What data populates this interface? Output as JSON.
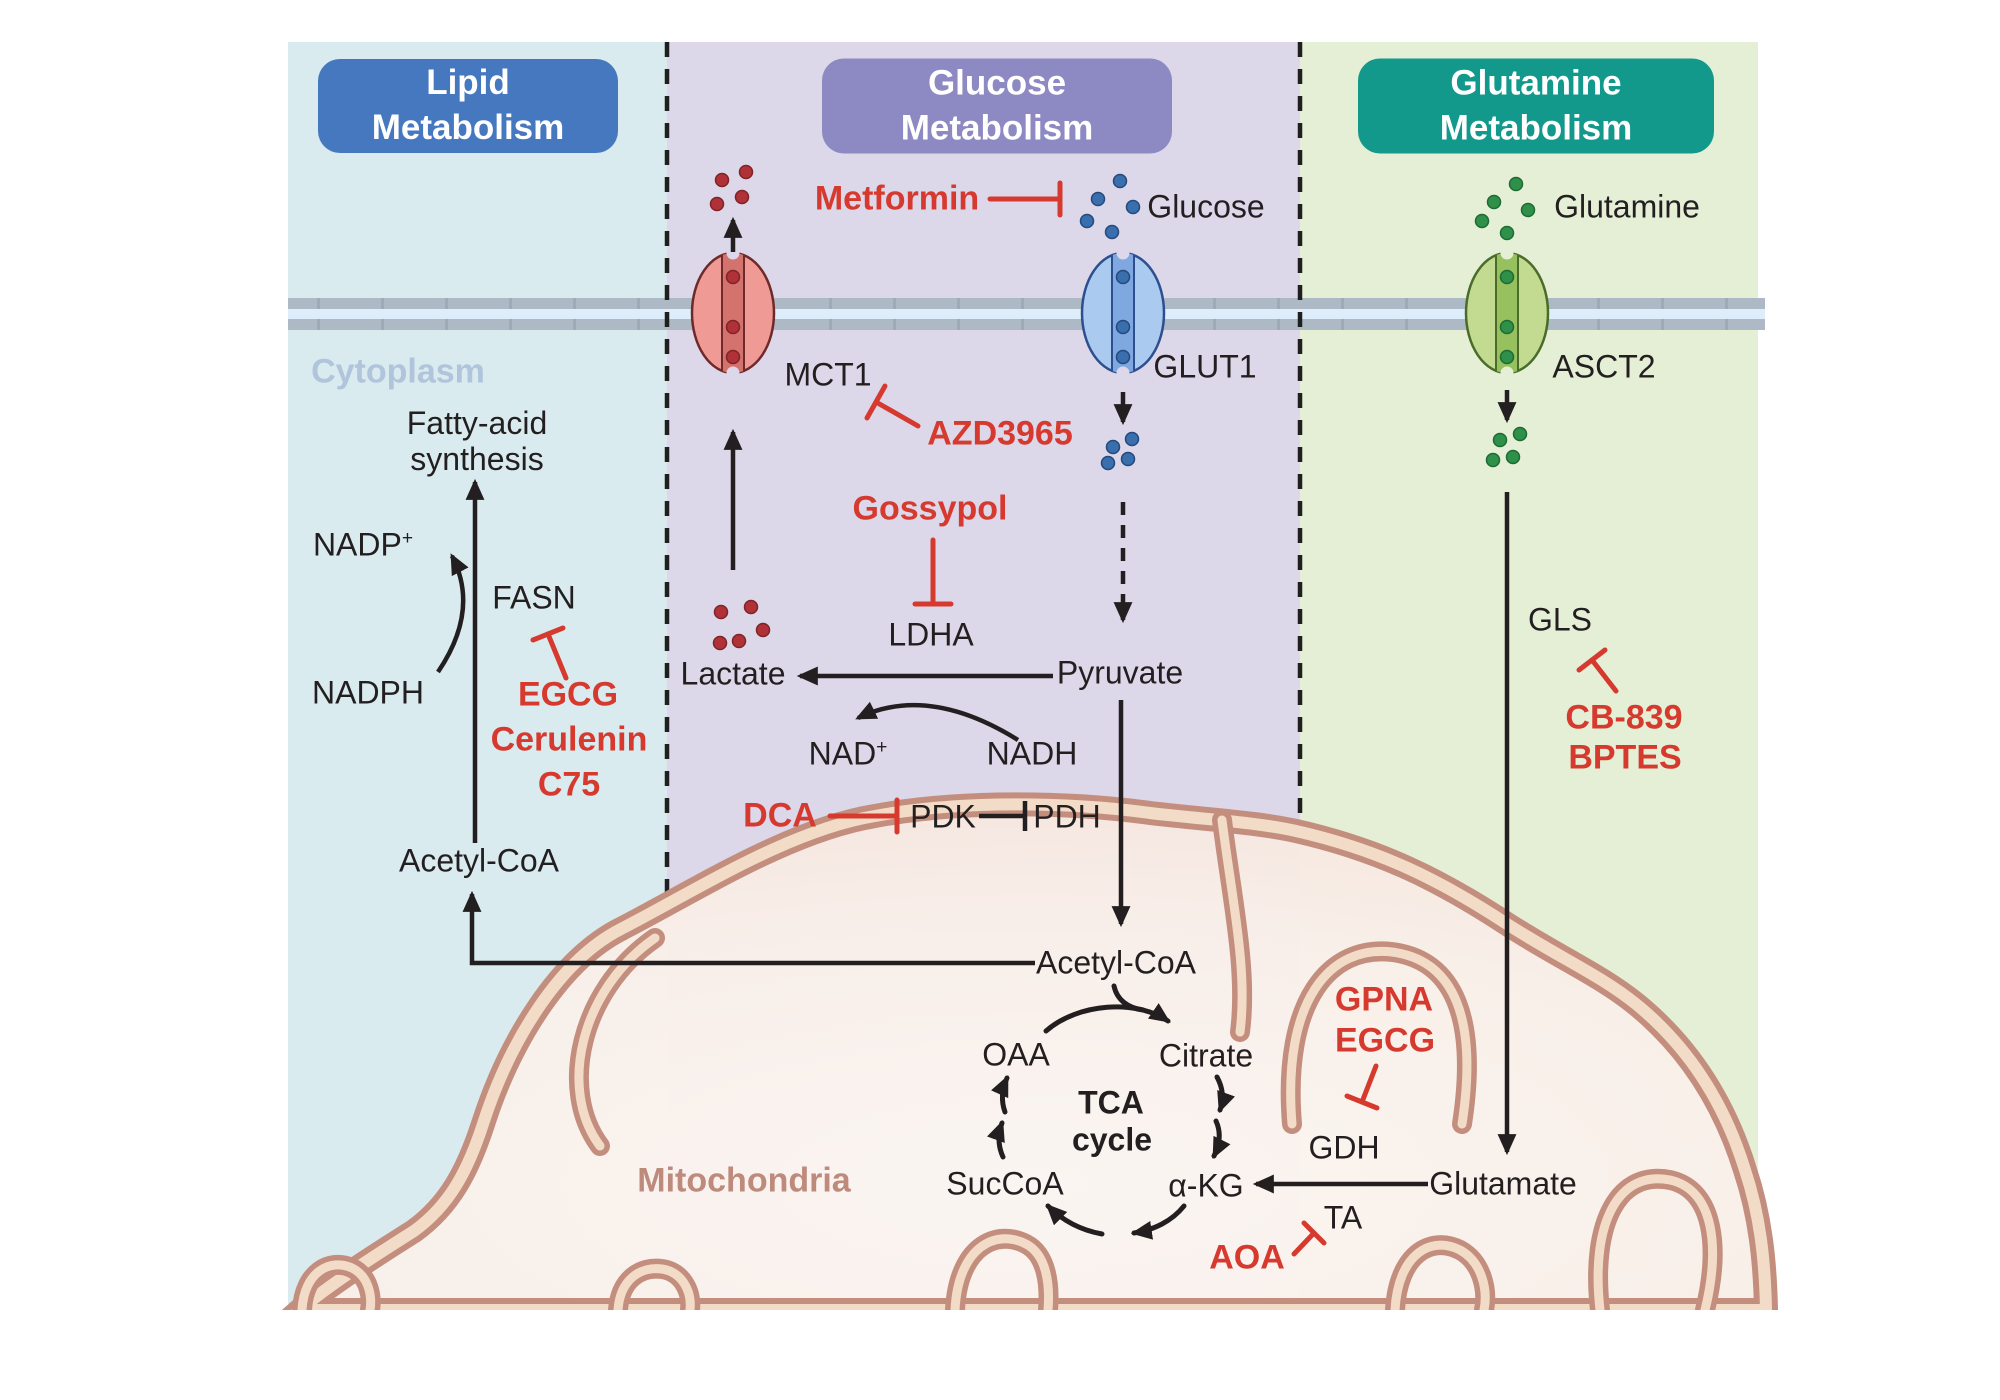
{
  "colors": {
    "ink": "#231f20",
    "red": "#d63a2e",
    "panel_lipid": "#d9ebef",
    "panel_glucose": "#dcd7e9",
    "panel_glutamine": "#e4efd6",
    "header_lipid": "#4678c0",
    "header_glucose": "#8d89c3",
    "header_glutamine": "#12998c",
    "membrane_gray": "#adbac6",
    "membrane_blue": "#ddeefa",
    "cytoplasm_label": "#b0c4dc",
    "mito_label": "#bd8a7c",
    "mito_membrane": "#c48e7e",
    "mito_gap": "#f2dcc8",
    "mito_fill": "#f9efe9",
    "mct1_body": "#ef9a94",
    "mct1_channel": "#d4736d",
    "dot_red": "#b03238",
    "glut1_body": "#abcaf0",
    "glut1_channel": "#7fa8e0",
    "dot_blue": "#3a6fae",
    "asct2_body": "#c3db90",
    "asct2_channel": "#97c05e",
    "dot_green": "#2f9149"
  },
  "headers": {
    "lipid": {
      "line1": "Lipid",
      "line2": "Metabolism"
    },
    "glucose": {
      "line1": "Glucose",
      "line2": "Metabolism"
    },
    "glutamine": {
      "line1": "Glutamine",
      "line2": "Metabolism"
    }
  },
  "compartments": {
    "cytoplasm": "Cytoplasm",
    "mitochondria": "Mitochondria"
  },
  "transporters": {
    "mct1": "MCT1",
    "glut1": "GLUT1",
    "asct2": "ASCT2"
  },
  "lipid_pathway": {
    "fatty_line1": "Fatty-acid",
    "fatty_line2": "synthesis",
    "nadp_base": "NADP",
    "nadp_sup": "+",
    "nadph": "NADPH",
    "fasn": "FASN",
    "acetyl_coa": "Acetyl-CoA"
  },
  "glucose_pathway": {
    "glucose": "Glucose",
    "lactate": "Lactate",
    "ldha": "LDHA",
    "pyruvate": "Pyruvate",
    "nad_base": "NAD",
    "nad_sup": "+",
    "nadh": "NADH",
    "pdk": "PDK",
    "pdh": "PDH"
  },
  "glutamine_pathway": {
    "glutamine": "Glutamine",
    "gls": "GLS",
    "glutamate": "Glutamate"
  },
  "tca": {
    "acetyl_coa": "Acetyl-CoA",
    "oaa": "OAA",
    "citrate": "Citrate",
    "line1": "TCA",
    "line2": "cycle",
    "succoa": "SucCoA",
    "akg": "α-KG",
    "gdh": "GDH",
    "ta": "TA"
  },
  "inhibitors": {
    "metformin": "Metformin",
    "azd3965": "AZD3965",
    "gossypol": "Gossypol",
    "dca": "DCA",
    "egcg": "EGCG",
    "cerulenin": "Cerulenin",
    "c75": "C75",
    "cb839": "CB-839",
    "bptes": "BPTES",
    "gpna": "GPNA",
    "egcg_mito": "EGCG",
    "aoa": "AOA"
  }
}
